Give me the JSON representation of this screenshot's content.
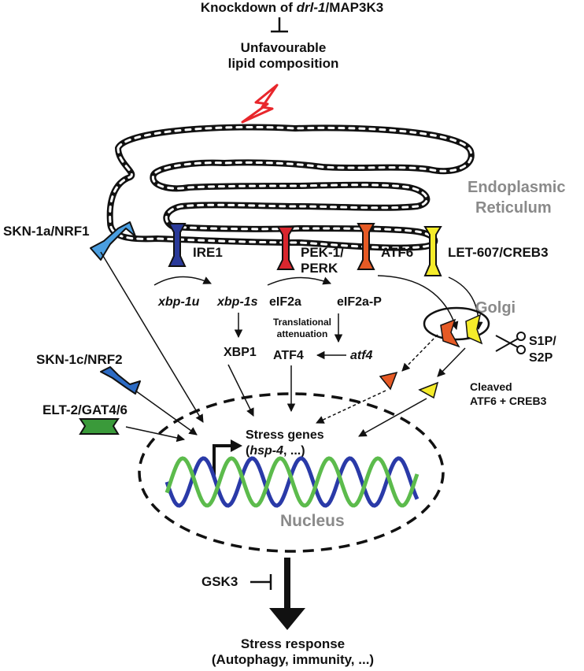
{
  "trigger": {
    "knockdown_prefix": "Knockdown of ",
    "knockdown_gene": "drl-1",
    "knockdown_suffix": "/MAP3K3",
    "condition_line1": "Unfavourable",
    "condition_line2": "lipid composition"
  },
  "organelles": {
    "er_line1": "Endoplasmic",
    "er_line2": "Reticulum",
    "golgi": "Golgi",
    "nucleus": "Nucleus"
  },
  "sensors": {
    "skn1a": "SKN-1a/NRF1",
    "ire1": "IRE1",
    "pek1_line1": "PEK-1/",
    "pek1_line2": "PERK",
    "atf6": "ATF6",
    "let607": "LET-607/CREB3",
    "skn1c": "SKN-1c/NRF2",
    "elt2": "ELT-2/GAT4/6"
  },
  "pathway": {
    "xbp1u": "xbp-1u",
    "xbp1s": "xbp-1s",
    "xbp1": "XBP1",
    "eif2a": "eIF2a",
    "eif2ap": "eIF2a-P",
    "translational": "Translational",
    "attenuation": "attenuation",
    "atf4_protein": "ATF4",
    "atf4_mrna": "atf4",
    "s1p": "S1P/",
    "s2p": "S2P",
    "cleaved_line1": "Cleaved",
    "cleaved_line2": "ATF6 + CREB3"
  },
  "nucleus_content": {
    "stress_genes": "Stress genes",
    "hsp_open": "(",
    "hsp_gene": "hsp-4",
    "hsp_close": ", ...)"
  },
  "output": {
    "gsk3": "GSK3",
    "response_line1": "Stress response",
    "response_line2": "(Autophagy, immunity, ...)"
  },
  "colors": {
    "lightning": "#e8262b",
    "skn1a": "#4a9ee0",
    "ire1": "#2a3a9a",
    "pek1": "#d9262e",
    "atf6": "#e65a25",
    "let607": "#f5ec2a",
    "skn1c": "#2c6bc4",
    "elt2": "#3a9a3a",
    "dna_blue": "#2a3aa8",
    "dna_green": "#5cbb4c",
    "label_grey": "#8a8a8a"
  }
}
